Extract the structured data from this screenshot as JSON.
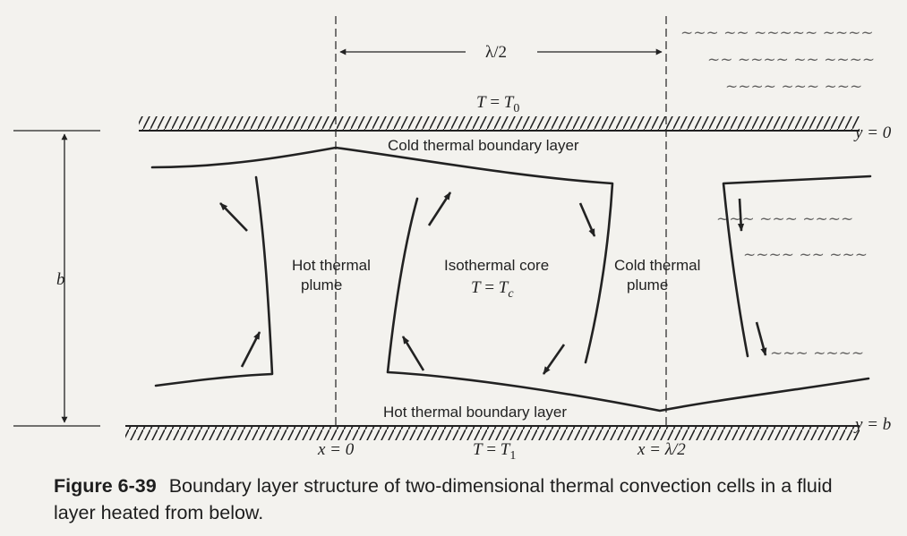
{
  "figure": {
    "top_wall": {
      "symbol": "T",
      "eq": " = ",
      "value_symbol": "T",
      "value_sub": "0"
    },
    "bottom_wall": {
      "symbol": "T",
      "eq": " = ",
      "value_symbol": "T",
      "value_sub": "1"
    },
    "y_top": "y = 0",
    "y_bottom": "y = b",
    "x_left": "x = 0",
    "x_right": "x = λ/2",
    "lambda_half": "λ/2",
    "b_label": "b",
    "cold_bl": "Cold thermal boundary layer",
    "hot_bl": "Hot thermal boundary layer",
    "hot_plume": [
      "Hot thermal",
      "plume"
    ],
    "cold_plume": [
      "Cold thermal",
      "plume"
    ],
    "core": {
      "title": "Isothermal core",
      "symbol": "T",
      "eq": " = ",
      "value_symbol": "T",
      "value_sub": "c"
    }
  },
  "caption": {
    "number": "Figure 6-39",
    "text": "Boundary layer structure of two-dimensional thermal convection cells in a fluid layer heated from below."
  },
  "colors": {
    "ink": "#222222",
    "paper": "#f3f2ee",
    "bleed": "#d4d2cc"
  }
}
